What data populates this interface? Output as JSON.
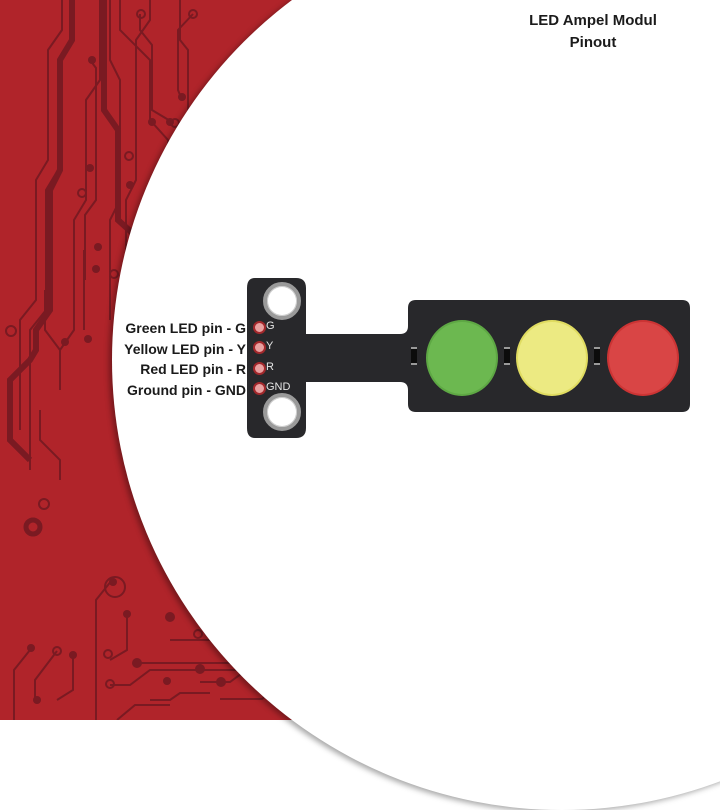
{
  "title": {
    "line1": "LED Ampel Modul",
    "line2": "Pinout"
  },
  "pins": [
    {
      "label": "Green LED pin - G",
      "code": "G"
    },
    {
      "label": "Yellow LED pin - Y",
      "code": "Y"
    },
    {
      "label": "Red LED pin - R",
      "code": "R"
    },
    {
      "label": "Ground pin - GND",
      "code": "GND"
    }
  ],
  "leds": [
    {
      "name": "green",
      "color": "#6cb850",
      "ring": "#5ea844"
    },
    {
      "name": "yellow",
      "color": "#ecea82",
      "ring": "#e0dc60"
    },
    {
      "name": "red",
      "color": "#d94545",
      "ring": "#cc3434"
    }
  ],
  "colors": {
    "background_red": "#b0242a",
    "trace_dark": "#7a1a22",
    "board": "#28282b"
  }
}
